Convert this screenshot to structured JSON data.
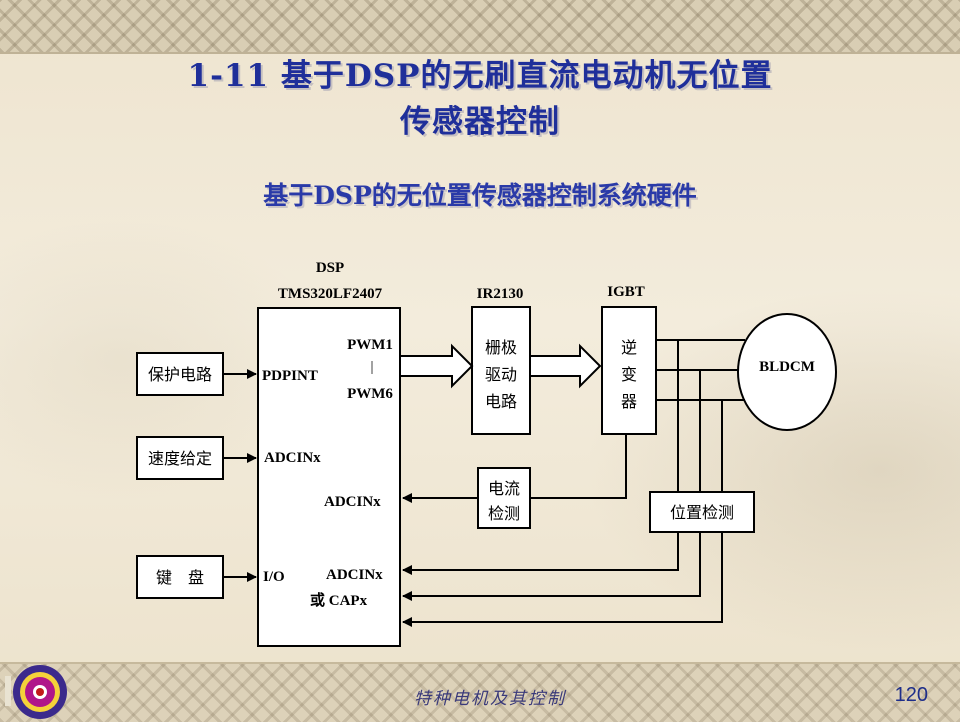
{
  "slide": {
    "title_line1": "1-11  基于DSP的无刷直流电动机无位置",
    "title_line2": "传感器控制",
    "subtitle": "基于DSP的无位置传感器控制系统硬件",
    "footer": "特种电机及其控制",
    "page_number": "120"
  },
  "diagram": {
    "dsp_label": "DSP",
    "dsp_model": "TMS320LF2407",
    "driver_chip": "IR2130",
    "igbt_label": "IGBT",
    "pwm_top": "PWM1",
    "pwm_dash": "|",
    "pwm_bottom": "PWM6",
    "pin_pdpint": "PDPINT",
    "pin_adcinx_speed": "ADCINx",
    "pin_adcinx_current": "ADCINx",
    "pin_io": "I/O",
    "pin_adcinx_pos": "ADCINx",
    "pin_capx": "或 CAPx",
    "box_protect": "保护电路",
    "box_speed": "速度给定",
    "box_keyboard": "键    盘",
    "box_gate_line1": "栅极",
    "box_gate_line2": "驱动",
    "box_gate_line3": "电路",
    "box_inverter_line1": "逆",
    "box_inverter_line2": "变",
    "box_inverter_line3": "器",
    "box_current_line1": "电流",
    "box_current_line2": "检测",
    "box_position": "位置检测",
    "motor": "BLDCM"
  }
}
